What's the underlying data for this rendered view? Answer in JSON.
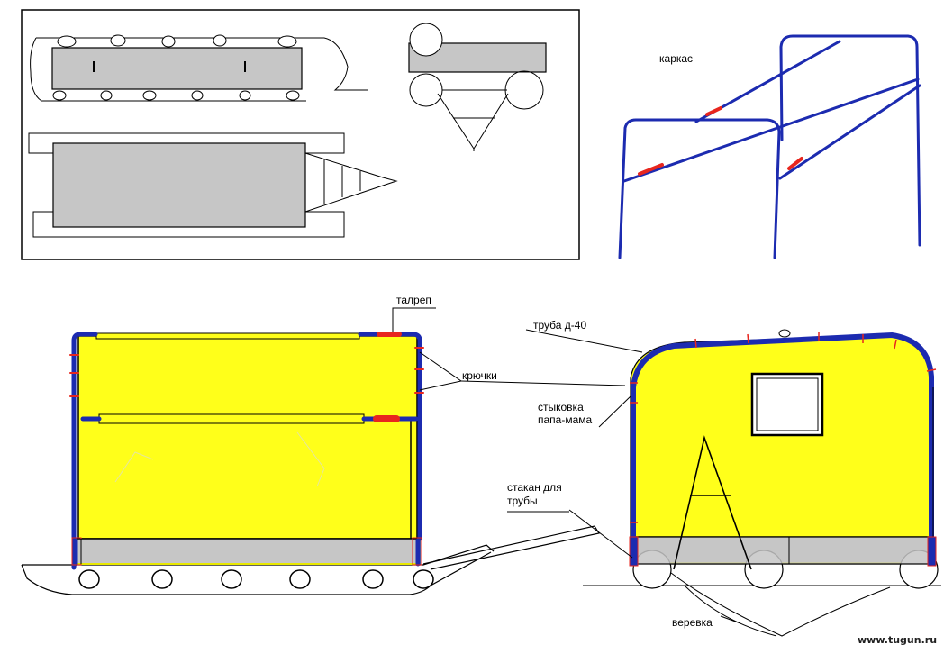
{
  "colors": {
    "frame_blue": "#1c2bb0",
    "canvas_yellow": "#ffff1a",
    "panel_gray": "#c6c6c6",
    "joint_red": "#e8261e",
    "outline": "#000000"
  },
  "labels": {
    "frame": "каркас",
    "turnbuckle": "талреп",
    "hooks": "крючки",
    "pipe": "труба д-40",
    "joint_line1": "стыковка",
    "joint_line2": "папа-мама",
    "socket_line1": "стакан для",
    "socket_line2": "трубы",
    "rope": "веревка"
  },
  "watermark": "www.tugun.ru"
}
